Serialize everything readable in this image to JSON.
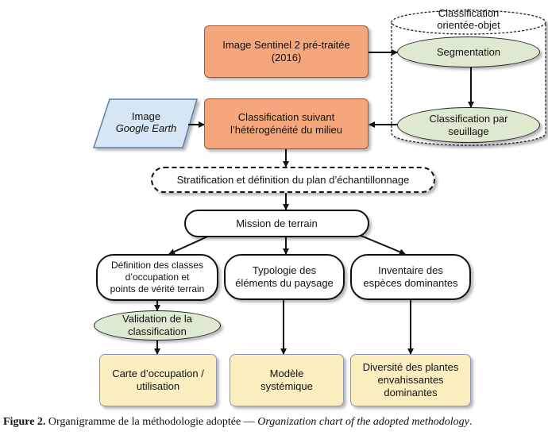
{
  "nodes": {
    "sentinel": {
      "line1": "Image Sentinel 2 pré-traitée",
      "line2": "(2016)"
    },
    "google": {
      "line1": "Image",
      "line2": "Google Earth"
    },
    "classif_milieu": {
      "line1": "Classification suivant",
      "line2": "l’hétérogénéité du milieu"
    },
    "oo_group": {
      "line1": "Classification",
      "line2": "orientée-objet"
    },
    "segmentation": {
      "text": "Segmentation"
    },
    "seuillage": {
      "line1": "Classification par",
      "line2": "seuillage"
    },
    "stratification": {
      "text": "Stratification et définition du plan d’échantillonnage"
    },
    "mission": {
      "text": "Mission de terrain"
    },
    "definition": {
      "line1": "Définition des classes",
      "line2": "d’occupation et",
      "line3": "points de vérité terrain"
    },
    "typologie": {
      "line1": "Typologie des",
      "line2": "éléments du paysage"
    },
    "inventaire": {
      "line1": "Inventaire des",
      "line2": "espèces dominantes"
    },
    "validation": {
      "line1": "Validation de la",
      "line2": "classification"
    },
    "carte": {
      "line1": "Carte d’occupation /",
      "line2": "utilisation"
    },
    "modele": {
      "line1": "Modèle",
      "line2": "systémique"
    },
    "diversite": {
      "line1": "Diversité des plantes",
      "line2": "envahissantes",
      "line3": "dominantes"
    }
  },
  "caption": {
    "label": "Figure 2.",
    "french": "Organigramme de la méthodologie adoptée —",
    "english": "Organization chart of the adopted methodology",
    "end": "."
  },
  "colors": {
    "orange_fill": "#f4a67c",
    "cream_fill": "#fdeec0",
    "green_fill": "#dde9d0",
    "blue_fill": "#d6e6f4"
  }
}
